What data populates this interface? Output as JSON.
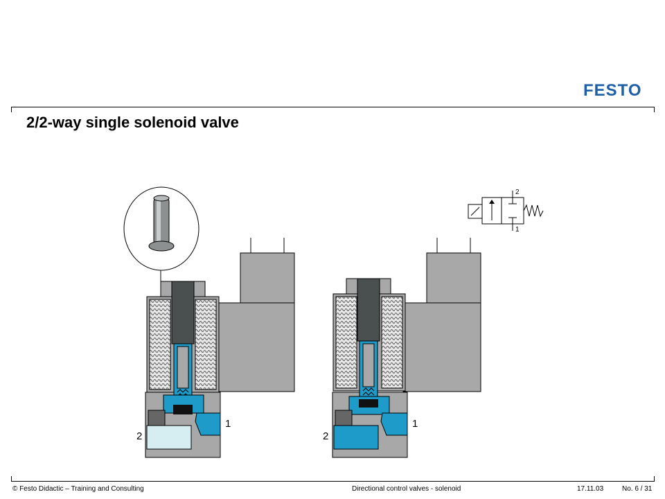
{
  "brand": {
    "logo_text": "FESTO",
    "logo_color": "#1f5fa8"
  },
  "slide": {
    "title": "2/2-way single solenoid valve"
  },
  "diagram": {
    "port_labels": {
      "left_outlet": "2",
      "left_inlet": "1",
      "right_outlet": "2",
      "right_inlet": "1"
    },
    "symbol_ports": {
      "top": "2",
      "bottom": "1"
    },
    "colors": {
      "flow_blue": "#1e9bc8",
      "pale_blue": "#d6eef2",
      "body_gray": "#a8a8a8",
      "plunger_dark": "#4a4f50",
      "coil_gray": "#c8c8c8"
    }
  },
  "footer": {
    "copyright": "© Festo Didactic – Training and Consulting",
    "topic": "Directional control valves - solenoid",
    "date": "17.11.03",
    "page": "No. 6 / 31"
  }
}
